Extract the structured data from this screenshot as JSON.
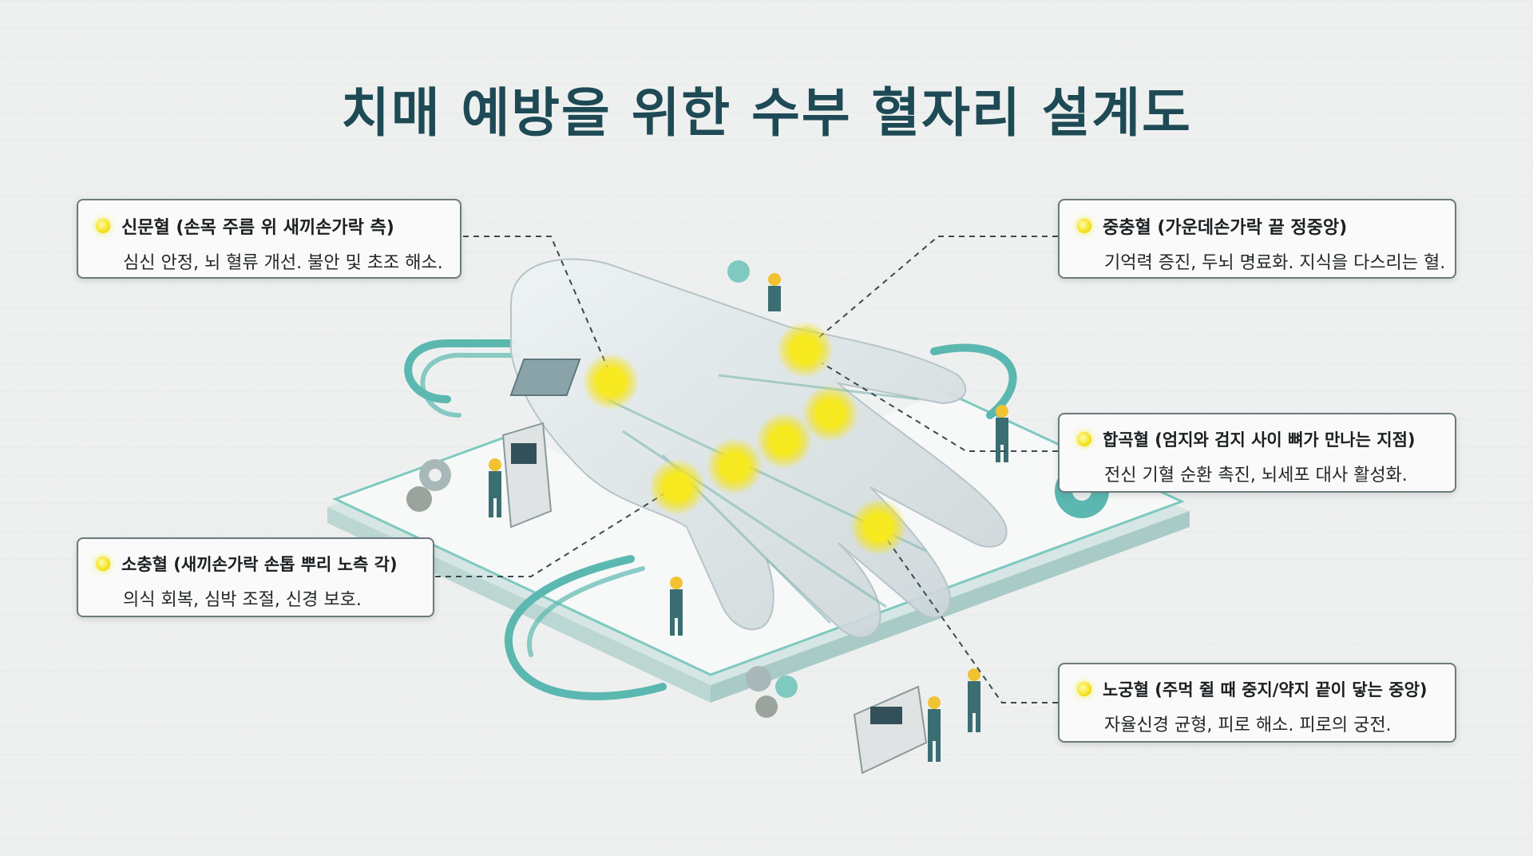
{
  "title": "치매 예방을 위한 수부 혈자리 설계도",
  "colors": {
    "title": "#1e4a55",
    "point": "#f4e21a",
    "pipe": "#5bb8b0",
    "worker": "#3a6e72"
  },
  "icons": [
    "gear-icon",
    "acupoint-dot-icon",
    "worker-figure-icon",
    "control-console-icon",
    "microchip-icon"
  ],
  "points": [
    {
      "id": "shinmun",
      "name": "신문혈 (손목 주름 위 새끼손가락 측)",
      "desc": "심신 안정, 뇌 혈류 개선. 불안 및 초조 해소."
    },
    {
      "id": "jungchung",
      "name": "중충혈 (가운데손가락 끝 정중앙)",
      "desc": "기억력 증진, 두뇌 명료화. 지식을 다스리는 혈."
    },
    {
      "id": "hapgok",
      "name": "합곡혈 (엄지와 검지 사이 뼈가 만나는 지점)",
      "desc": "전신 기혈 순환 촉진, 뇌세포 대사 활성화."
    },
    {
      "id": "sochung",
      "name": "소충혈 (새끼손가락 손톱 뿌리 노측 각)",
      "desc": "의식 회복, 심박 조절, 신경 보호."
    },
    {
      "id": "nogung",
      "name": "노궁혈 (주먹 쥘 때 중지/약지 끝이 닿는 중앙)",
      "desc": "자율신경 균형, 피로 해소. 피로의 궁전."
    }
  ]
}
